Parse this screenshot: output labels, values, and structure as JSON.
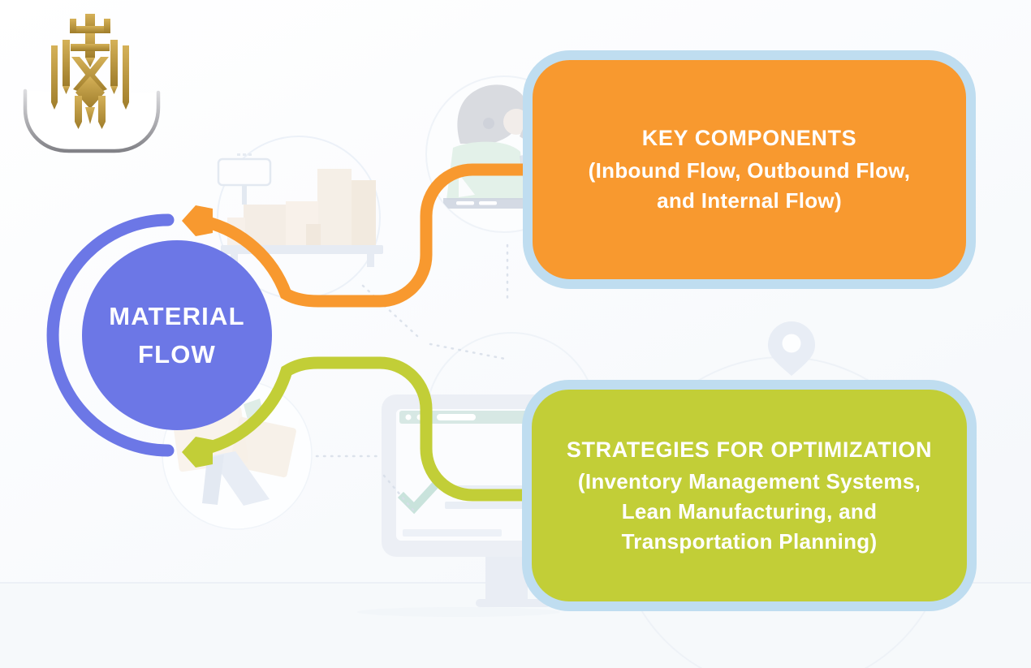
{
  "brand": {
    "logo_icon": "gold-crown-crest-logo",
    "logo_gold": "#c9a24b",
    "logo_base_gray": "#8d8d91"
  },
  "diagram": {
    "center": {
      "label": "MATERIAL FLOW",
      "color": "#6c77e6",
      "text_color": "#ffffff"
    },
    "branches": [
      {
        "id": "key-components",
        "position": "top-right",
        "title": "KEY COMPONENTS",
        "subtitle": "(Inbound Flow, Outbound Flow, and Internal Flow)",
        "fill_color": "#f8992f",
        "border_color": "#bfddf0",
        "text_color": "#ffffff",
        "connector_color": "#f8992f",
        "arrow_icon": "left-pointing-arrowhead"
      },
      {
        "id": "strategies-for-optimization",
        "position": "bottom-right",
        "title": "STRATEGIES FOR OPTIMIZATION",
        "subtitle": "(Inventory Management Systems, Lean Manufacturing, and Transportation Planning)",
        "fill_color": "#c2ce37",
        "border_color": "#bfddf0",
        "text_color": "#ffffff",
        "connector_color": "#c2ce37",
        "arrow_icon": "left-pointing-arrowhead"
      }
    ],
    "ring_arc_color": "#6c77e6"
  },
  "background_illustration": {
    "icons": [
      "support-agent-illustration",
      "warehouse-shelf-with-boxes-illustration",
      "signboard-illustration",
      "parcel-box-illustration",
      "location-pin-icon",
      "checklist-monitor-illustration",
      "packing-worker-illustration",
      "dashed-guide-lines"
    ],
    "tint": "#edf1f7"
  }
}
